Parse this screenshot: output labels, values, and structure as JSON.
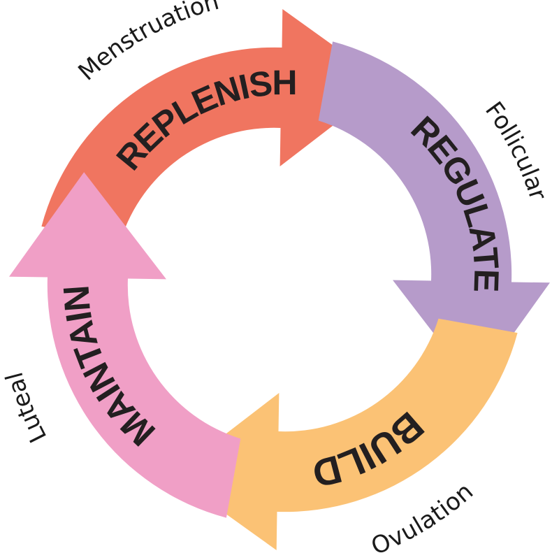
{
  "diagram": {
    "segments": [
      {
        "label": "REPLENISH",
        "phase": "Menstruation",
        "color": "#F07560",
        "phase_color": "#1a1a1a"
      },
      {
        "label": "REGULATE",
        "phase": "Follicular",
        "color": "#B69BCA",
        "phase_color": "#1a1a1a"
      },
      {
        "label": "BUILD",
        "phase": "Ovulation",
        "color": "#FBC275",
        "phase_color": "#1a1a1a"
      },
      {
        "label": "MAINTAIN",
        "phase": "Luteal",
        "color": "#F09FC6",
        "phase_color": "#1a1a1a"
      }
    ],
    "text_color": "#231f20"
  }
}
